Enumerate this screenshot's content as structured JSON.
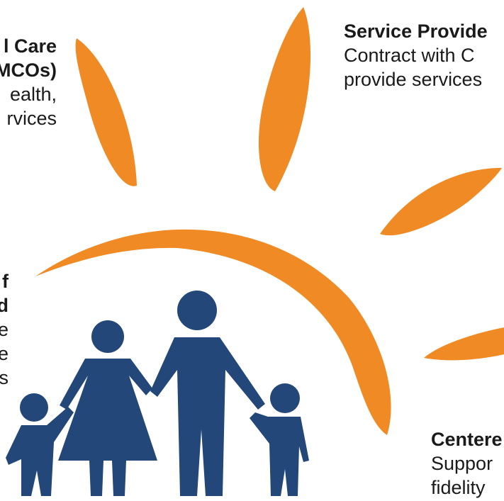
{
  "colors": {
    "sun_orange": "#f08a24",
    "family_blue": "#24477a",
    "text": "#1a1a1a"
  },
  "icons": [
    "sun-icon",
    "family-icon"
  ],
  "labels": {
    "top_left": {
      "line1": "l Care",
      "line2": "MCOs)",
      "line3": "ealth,",
      "line4": "rvices"
    },
    "top_right": {
      "line1": "Service Provide",
      "line2": "Contract with C",
      "line3": "provide services"
    },
    "mid_left": {
      "line1": "f",
      "line2": "d",
      "line3": "e",
      "line4": "e",
      "line5": "s"
    },
    "bottom_right": {
      "line1": "Centere",
      "line2": "Suppor",
      "line3": "fidelity"
    }
  }
}
